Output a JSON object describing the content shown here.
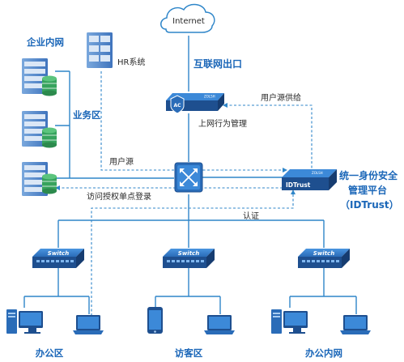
{
  "internet": {
    "label": "Internet"
  },
  "exit": {
    "label": "互联网出口"
  },
  "enterprise": {
    "label": "企业内网"
  },
  "hr": {
    "label": "HR系统"
  },
  "business": {
    "label": "业务区"
  },
  "ac": {
    "icon_label": "AC",
    "brand": "ZOLSH",
    "behavior_label": "上网行为管理"
  },
  "flows": {
    "supply": "用户源供给",
    "user_source": "用户源",
    "sso": "访问授权单点登录",
    "auth": "认证"
  },
  "idtrust": {
    "device_label": "IDTrust",
    "brand": "ZOLSH",
    "line1": "统一身份安全",
    "line2": "管理平台",
    "line3": "（IDTrust）"
  },
  "switches": [
    {
      "label": "Switch",
      "zone": "办公区"
    },
    {
      "label": "Switch",
      "zone": "访客区"
    },
    {
      "label": "Switch",
      "zone": "办公内网"
    }
  ],
  "colors": {
    "primary": "#1a66b8",
    "line": "#2f86c9",
    "device_dark": "#1e4f8f",
    "device_light": "#3c89d8",
    "server": "#5b8fd0",
    "db": "#36a35d"
  }
}
